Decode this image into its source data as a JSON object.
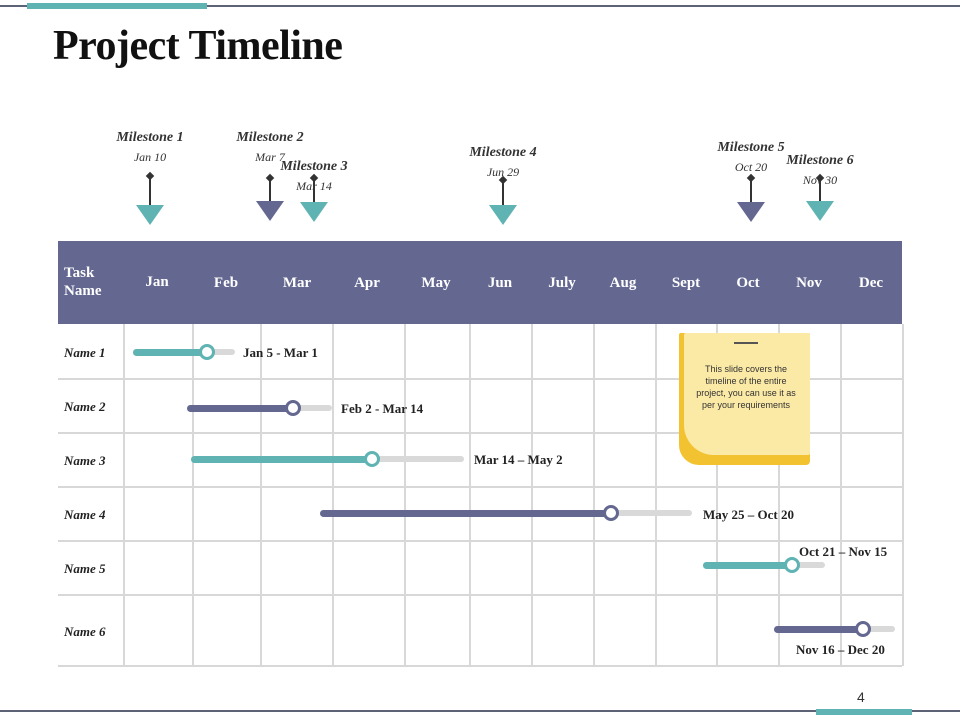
{
  "title": "Project Timeline",
  "page_number": "4",
  "milestones": [
    {
      "name": "Milestone 1",
      "date": "Jan 10",
      "icon": "down-triangle-icon",
      "color": "#5fb3b3"
    },
    {
      "name": "Milestone 2",
      "date": "Mar 7",
      "icon": "down-triangle-icon",
      "color": "#646891"
    },
    {
      "name": "Milestone 3",
      "date": "Mar 14",
      "icon": "down-triangle-icon",
      "color": "#5fb3b3"
    },
    {
      "name": "Milestone 4",
      "date": "Jun 29",
      "icon": "down-triangle-icon",
      "color": "#5fb3b3"
    },
    {
      "name": "Milestone 5",
      "date": "Oct 20",
      "icon": "down-triangle-icon",
      "color": "#646891"
    },
    {
      "name": "Milestone 6",
      "date": "Nov 30",
      "icon": "down-triangle-icon",
      "color": "#5fb3b3"
    }
  ],
  "table": {
    "task_header": "Task Name",
    "months": [
      "Jan",
      "Feb",
      "Mar",
      "Apr",
      "May",
      "Jun",
      "July",
      "Aug",
      "Sept",
      "Oct",
      "Nov",
      "Dec"
    ],
    "rows": [
      {
        "name": "Name 1",
        "range": "Jan 5 - Mar 1",
        "color": "#5fb3b3"
      },
      {
        "name": "Name 2",
        "range": "Feb 2 - Mar 14",
        "color": "#646891"
      },
      {
        "name": "Name 3",
        "range": "Mar 14 – May 2",
        "color": "#5fb3b3"
      },
      {
        "name": "Name 4",
        "range": "May 25 – Oct 20",
        "color": "#646891"
      },
      {
        "name": "Name 5",
        "range": "Oct 21 – Nov 15",
        "color": "#5fb3b3"
      },
      {
        "name": "Name 6",
        "range": "Nov 16 – Dec 20",
        "color": "#646891"
      }
    ]
  },
  "note": {
    "text": "This slide covers the timeline of the entire project, you can use it as per your requirements"
  },
  "colors": {
    "teal": "#5fb3b3",
    "purple": "#646891",
    "sticky": "#fbe9a6"
  }
}
